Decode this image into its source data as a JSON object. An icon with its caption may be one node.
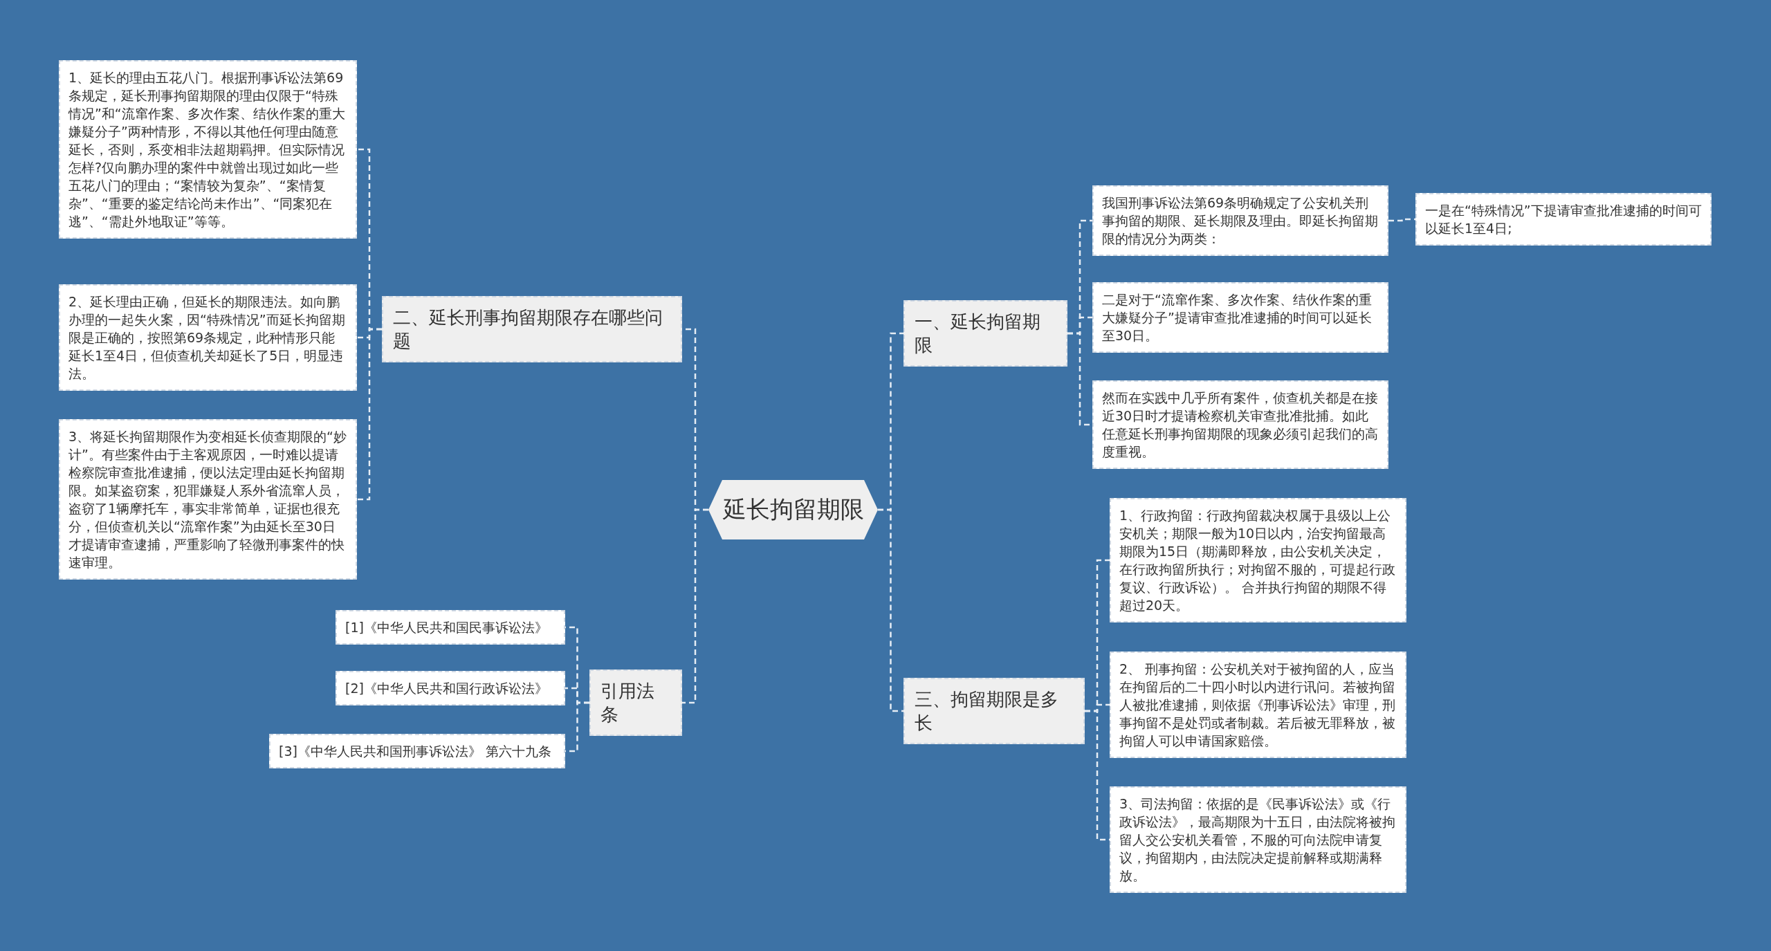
{
  "diagram": {
    "nodes": [
      {
        "text": [
          "延长拘留期限"
        ]
      },
      {
        "text": [
          "一、延长拘留期限"
        ]
      },
      {
        "text": [
          "我国刑事诉讼法第69条明确规定了公安机关刑事拘留的期限、延长期限及理由。即延长拘留期限的情况分为两类："
        ]
      },
      {
        "text": [
          "一是在“特殊情况”下提请审查批准逮捕的时间可以延长1至4日;"
        ]
      },
      {
        "text": [
          "二是对于“流窜作案、多次作案、结伙作案的重大嫌疑分子”提请审查批准逮捕的时间可以延长至30日。"
        ]
      },
      {
        "text": [
          "然而在实践中几乎所有案件，侦查机关都是在接近30日时才提请检察机关审查批准批捕。如此任意延长刑事拘留期限的现象必须引起我们的高度重视。"
        ]
      },
      {
        "text": [
          "三、拘留期限是多长"
        ]
      },
      {
        "text": [
          "1、行政拘留：行政拘留裁决权属于县级以上公安机关；期限一般为10日以内，治安拘留最高期限为15日（期满即释放，由公安机关决定，在行政拘留所执行；对拘留不服的，可提起行政复议、行政诉讼）。 合并执行拘留的期限不得超过20天。"
        ]
      },
      {
        "text": [
          "2、 刑事拘留：公安机关对于被拘留的人，应当在拘留后的二十四小时以内进行讯问。若被拘留人被批准逮捕，则依据《刑事诉讼法》审理，刑事拘留不是处罚或者制裁。若后被无罪释放，被拘留人可以申请国家赔偿。"
        ]
      },
      {
        "text": [
          "3、司法拘留：依据的是《民事诉讼法》或《行政诉讼法》，最高期限为十五日，由法院将被拘留人交公安机关看管，不服的可向法院申请复议，拘留期内，由法院决定提前解释或期满释放。"
        ]
      },
      {
        "text": [
          "二、延长刑事拘留期限存在哪些问题"
        ]
      },
      {
        "text": [
          "1、延长的理由五花八门。根据刑事诉讼法第69条规定，延长刑事拘留期限的理由仅限于“特殊情况”和“流窜作案、多次作案、结伙作案的重大嫌疑分子”两种情形，不得以其他任何理由随意延长，否则，系变相非法超期羁押。但实际情况怎样?仅向鹏办理的案件中就曾出现过如此一些五花八门的理由；“案情较为复杂”、“案情复杂”、“重要的鉴定结论尚未作出”、“同案犯在逃”、“需赴外地取证”等等。"
        ]
      },
      {
        "text": [
          "2、延长理由正确，但延长的期限违法。如向鹏办理的一起失火案，因“特殊情况”而延长拘留期限是正确的，按照第69条规定，此种情形只能延长1至4日，但侦查机关却延长了5日，明显违法。"
        ]
      },
      {
        "text": [
          "3、将延长拘留期限作为变相延长侦查期限的“妙计”。有些案件由于主客观原因，一时难以提请检察院审查批准逮捕，便以法定理由延长拘留期限。如某盗窃案，犯罪嫌疑人系外省流窜人员，盗窃了1辆摩托车，事实非常简单，证据也很充分，但侦查机关以“流窜作案”为由延长至30日才提请审查逮捕，严重影响了轻微刑事案件的快速审理。"
        ]
      },
      {
        "text": [
          "引用法条"
        ]
      },
      {
        "text": [
          "[1]《中华人民共和国民事诉讼法》"
        ]
      },
      {
        "text": [
          "[2]《中华人民共和国行政诉讼法》"
        ]
      },
      {
        "text": [
          "[3]《中华人民共和国刑事诉讼法》 第六十九条"
        ]
      }
    ],
    "edges": [
      {
        "from": 0,
        "to": 1,
        "arrow": "none"
      },
      {
        "from": 1,
        "to": 2,
        "arrow": "none"
      },
      {
        "from": 2,
        "to": 3,
        "arrow": "none"
      },
      {
        "from": 1,
        "to": 4,
        "arrow": "none"
      },
      {
        "from": 1,
        "to": 5,
        "arrow": "none"
      },
      {
        "from": 0,
        "to": 6,
        "arrow": "none"
      },
      {
        "from": 6,
        "to": 7,
        "arrow": "none"
      },
      {
        "from": 6,
        "to": 8,
        "arrow": "none"
      },
      {
        "from": 6,
        "to": 9,
        "arrow": "none"
      },
      {
        "from": 0,
        "to": 10,
        "arrow": "none"
      },
      {
        "from": 10,
        "to": 11,
        "arrow": "none"
      },
      {
        "from": 10,
        "to": 12,
        "arrow": "none"
      },
      {
        "from": 10,
        "to": 13,
        "arrow": "none"
      },
      {
        "from": 0,
        "to": 14,
        "arrow": "none"
      },
      {
        "from": 14,
        "to": 15,
        "arrow": "none"
      },
      {
        "from": 14,
        "to": 16,
        "arrow": "none"
      },
      {
        "from": 14,
        "to": 17,
        "arrow": "none"
      }
    ]
  }
}
